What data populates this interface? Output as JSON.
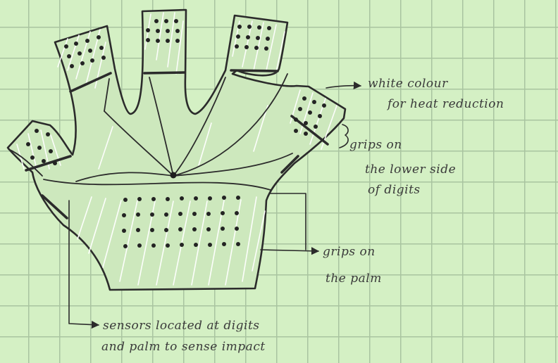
{
  "annotations": {
    "colour_line1": "white colour",
    "colour_line2": "for heat reduction",
    "digit_grips_line1": "grips on",
    "digit_grips_line2": "the lower side",
    "digit_grips_line3": "of digits",
    "palm_grips_line1": "grips on",
    "palm_grips_line2": "the palm",
    "sensors_line1": "sensors located at digits",
    "sensors_line2": "and palm to sense impact"
  },
  "colors": {
    "background": "#d4f0c4",
    "grid": "#a9c4a0",
    "ink": "#2b2b2b",
    "glove_fill": "#cde8bd",
    "highlight": "#ffffff"
  }
}
